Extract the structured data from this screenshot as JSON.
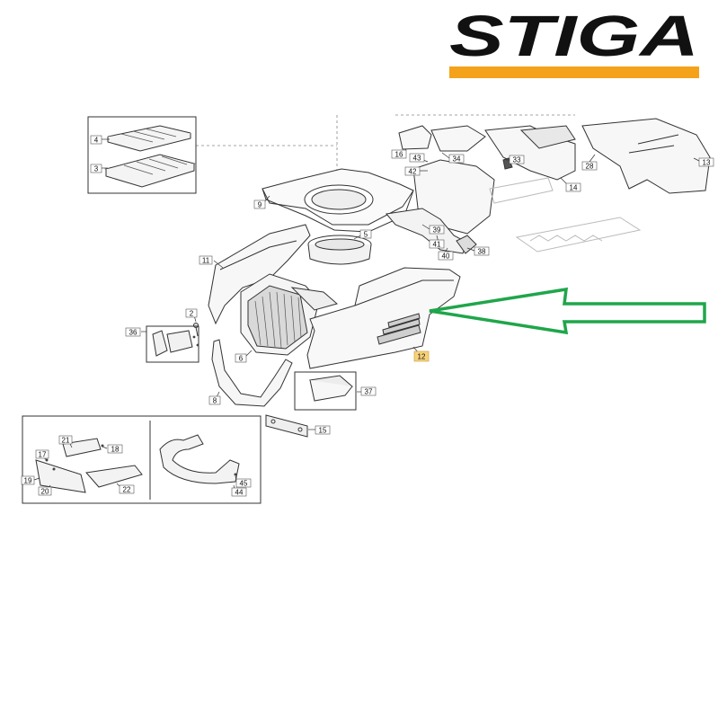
{
  "brand": {
    "logo_text": "STIGA",
    "logo_color": "#111111",
    "accent_bar_color": "#f5a21b"
  },
  "arrow": {
    "color": "#1fa64a",
    "points_to_part": "12"
  },
  "highlight_color": "#f7d27a",
  "callouts": {
    "c1": "4",
    "c2": "3",
    "c3": "9",
    "c4": "5",
    "c5": "11",
    "c6": "2",
    "c7": "36",
    "c8": "6",
    "c9": "8",
    "c10": "12",
    "c11": "37",
    "c12": "15",
    "c13": "16",
    "c14": "43",
    "c15": "34",
    "c16": "42",
    "c17": "33",
    "c18": "28",
    "c19": "14",
    "c20": "13",
    "c21": "39",
    "c22": "41",
    "c23": "40",
    "c24": "38",
    "c25": "21",
    "c26": "18",
    "c27": "17",
    "c28": "19",
    "c29": "20",
    "c30": "22",
    "c31": "45",
    "c32": "44"
  }
}
